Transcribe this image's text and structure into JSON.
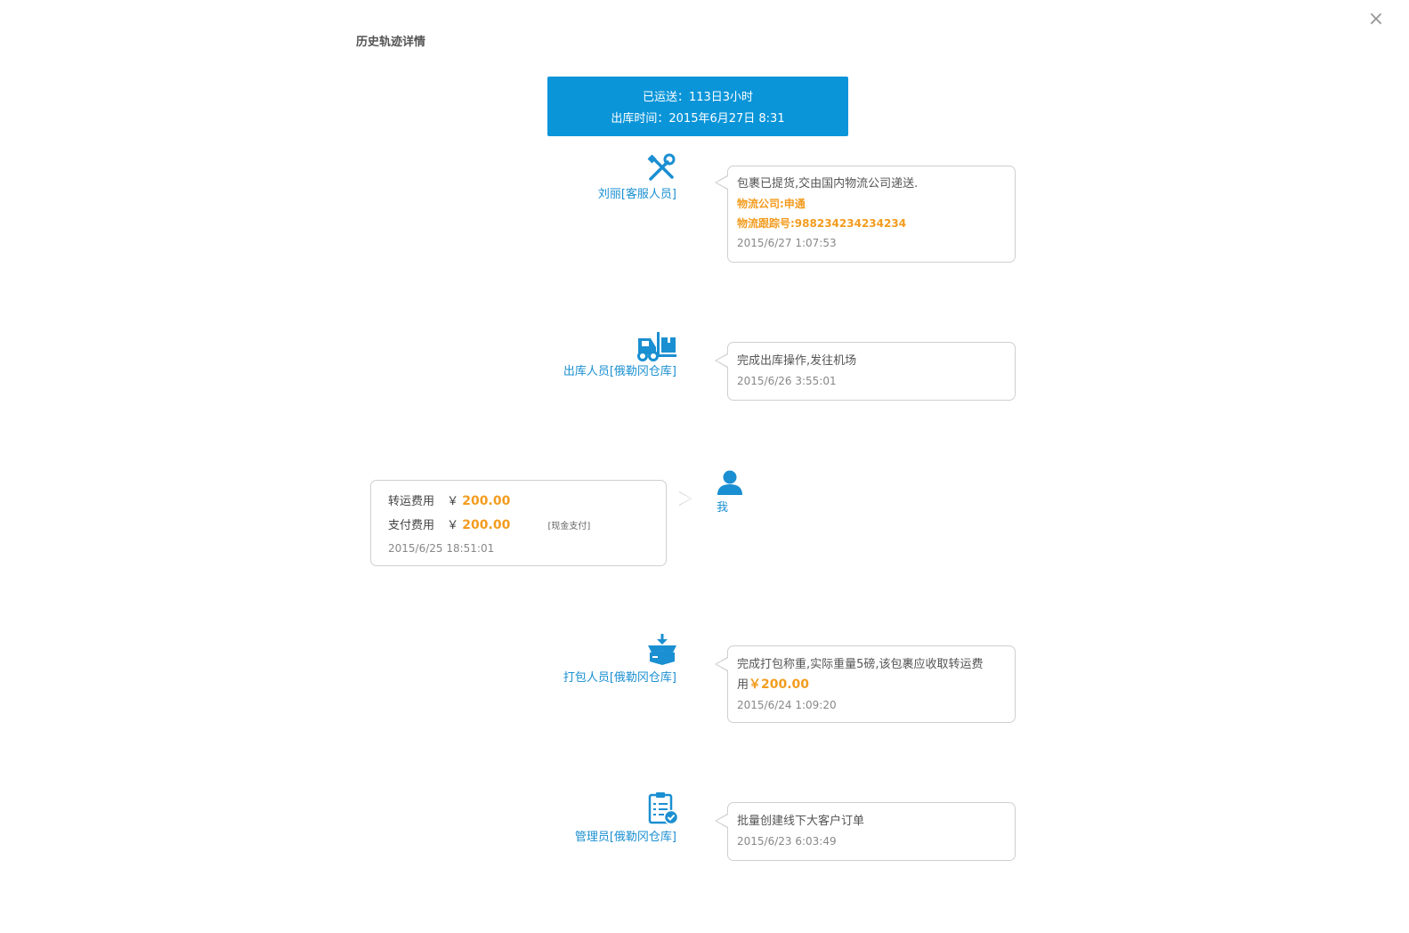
{
  "dialog": {
    "title": "历史轨迹详情",
    "close_label": "×"
  },
  "summary": {
    "shipped": "已运送：113日3小时",
    "out_time": "出库时间：2015年6月27日 8:31"
  },
  "colors": {
    "accent": "#0b95d9",
    "link": "#1a8fd1",
    "highlight": "#f39c1f"
  },
  "timeline": {
    "e1": {
      "icon": "tools-icon",
      "actor": "刘丽[客服人员]",
      "message": "包裹已提货,交由国内物流公司递送.",
      "company": "物流公司:申通",
      "tracking": "物流跟踪号:988234234234234",
      "time": "2015/6/27 1:07:53"
    },
    "e2": {
      "icon": "forklift-icon",
      "actor": "出库人员[俄勒冈仓库]",
      "message": "完成出库操作,发往机场",
      "time": "2015/6/26 3:55:01"
    },
    "e3": {
      "icon": "user-icon",
      "actor": "我",
      "freight_label": "转运费用",
      "freight_currency": "￥",
      "freight_value": "200.00",
      "paid_label": "支付费用",
      "paid_currency": "￥",
      "paid_value": "200.00",
      "pay_method": "[现金支付]",
      "time": "2015/6/25 18:51:01"
    },
    "e4": {
      "icon": "package-icon",
      "actor": "打包人员[俄勒冈仓库]",
      "message_line1": "完成打包称重,实际重量5磅,该包裹应收取转运费",
      "message_line2": "用",
      "price": "￥200.00",
      "time": "2015/6/24 1:09:20"
    },
    "e5": {
      "icon": "clipboard-check-icon",
      "actor": "管理员[俄勒冈仓库]",
      "message": "批量创建线下大客户订单",
      "time": "2015/6/23 6:03:49"
    }
  }
}
